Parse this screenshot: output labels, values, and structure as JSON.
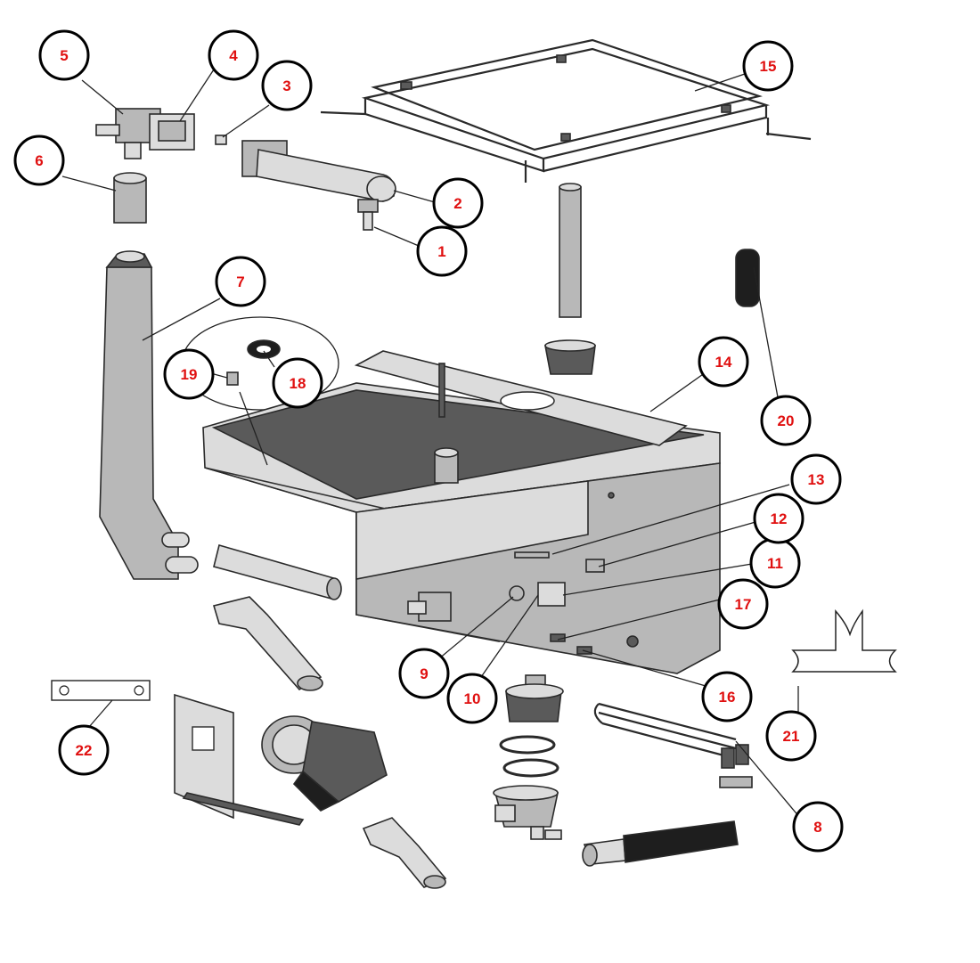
{
  "diagram": {
    "callouts": [
      {
        "id": "c1",
        "label": "1"
      },
      {
        "id": "c2",
        "label": "2"
      },
      {
        "id": "c3",
        "label": "3"
      },
      {
        "id": "c4",
        "label": "4"
      },
      {
        "id": "c5",
        "label": "5"
      },
      {
        "id": "c6",
        "label": "6"
      },
      {
        "id": "c7",
        "label": "7"
      },
      {
        "id": "c8",
        "label": "8"
      },
      {
        "id": "c9",
        "label": "9"
      },
      {
        "id": "c10",
        "label": "10"
      },
      {
        "id": "c11",
        "label": "11"
      },
      {
        "id": "c12",
        "label": "12"
      },
      {
        "id": "c13",
        "label": "13"
      },
      {
        "id": "c14",
        "label": "14"
      },
      {
        "id": "c15",
        "label": "15"
      },
      {
        "id": "c16",
        "label": "16"
      },
      {
        "id": "c17",
        "label": "17"
      },
      {
        "id": "c18",
        "label": "18"
      },
      {
        "id": "c19",
        "label": "19"
      },
      {
        "id": "c20",
        "label": "20"
      },
      {
        "id": "c21",
        "label": "21"
      },
      {
        "id": "c22",
        "label": "22"
      }
    ],
    "colors": {
      "callout_text": "#e01010",
      "callout_ring": "#000000",
      "line": "#222222",
      "background": "#ffffff"
    }
  }
}
